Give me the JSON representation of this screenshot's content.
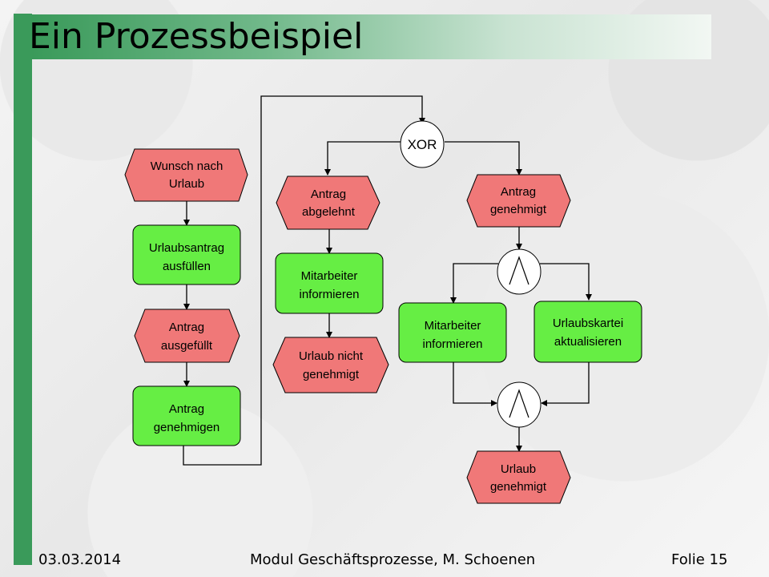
{
  "title": "Ein Prozessbeispiel",
  "colors": {
    "event": "#f07878",
    "function": "#66ee44",
    "connector": "#ffffff",
    "accent": "#3a9a5a"
  },
  "nodes": {
    "wunsch_nach_urlaub": [
      "Wunsch nach",
      "Urlaub"
    ],
    "urlaubsantrag_ausfuellen": [
      "Urlaubsantrag",
      "ausfüllen"
    ],
    "antrag_ausgefuellt": [
      "Antrag",
      "ausgefüllt"
    ],
    "antrag_genehmigen": [
      "Antrag",
      "genehmigen"
    ],
    "xor": "XOR",
    "antrag_abgelehnt": [
      "Antrag",
      "abgelehnt"
    ],
    "mitarbeiter_informieren_1": [
      "Mitarbeiter",
      "informieren"
    ],
    "urlaub_nicht_genehmigt": [
      "Urlaub nicht",
      "genehmigt"
    ],
    "antrag_genehmigt": [
      "Antrag",
      "genehmigt"
    ],
    "mitarbeiter_informieren_2": [
      "Mitarbeiter",
      "informieren"
    ],
    "urlaubskartei_aktualisieren": [
      "Urlaubskartei",
      "aktualisieren"
    ],
    "urlaub_genehmigt": [
      "Urlaub",
      "genehmigt"
    ]
  },
  "footer": {
    "date": "03.03.2014",
    "course": "Modul Geschäftsprozesse, M. Schoenen",
    "slide": "Folie 15"
  }
}
